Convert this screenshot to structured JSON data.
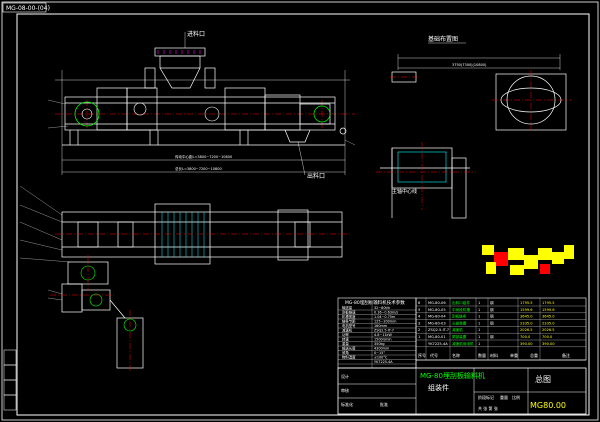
{
  "drawing": {
    "corner_code": "MG-08-00-(04)",
    "labels": {
      "inlet": "进料口",
      "outlet": "出料口",
      "foundation_title": "基础布置图",
      "centerline": "主轴中心线",
      "dim_main": "总长L=3800~7200~10800",
      "dim_span": "传动中心距L=3800~7200~10800",
      "dim_found": "3750(7300)(10800)"
    },
    "params_title": "MG-80埋刮板输料机技术参数",
    "params_rows": [
      [
        "输送量",
        "32~80t/h"
      ],
      [
        "刮板链速",
        "0.16~0.63m/s"
      ],
      [
        "机槽宽度",
        "1.04~0.75m"
      ],
      [
        "链条节距",
        "125~200mm"
      ],
      [
        "电机型号",
        "160mm"
      ],
      [
        "减速机",
        "ZSQ2.5-IT-7"
      ],
      [
        "功率",
        "4.8~11kW"
      ],
      [
        "转速",
        "1500r/min"
      ],
      [
        "重量",
        "350kg"
      ],
      [
        "输送长度",
        "4300mm"
      ],
      [
        "倾角",
        "0~15°"
      ],
      [
        "物料温度",
        "≤100°C"
      ],
      [
        "",
        "YK7225-4A"
      ]
    ],
    "parts": [
      [
        "6",
        "MG-80-06",
        "出料口组件",
        "1",
        "钢",
        "1795.5",
        "1795.5"
      ],
      [
        "5",
        "MG-80-05",
        "中间段机槽",
        "1",
        "钢",
        "1599.6",
        "1599.6"
      ],
      [
        "4",
        "MG-80-04",
        "刮板链条",
        "1",
        "钢",
        "3645.0",
        "3645.0"
      ],
      [
        "3",
        "MG-80-03",
        "头部装置",
        "1",
        "钢",
        "2335.0",
        "2335.0"
      ],
      [
        "2",
        "ZSQ2.5-IT-7",
        "减速机",
        "1",
        "",
        "2026.5",
        "2026.5"
      ],
      [
        "1",
        "MG-80-01",
        "尾部装置",
        "1",
        "钢",
        "700.0",
        "700.0"
      ],
      [
        "",
        "YK7225-4A",
        "减速机用电机",
        "1",
        "",
        "390.00",
        "390.00"
      ]
    ],
    "parts_header": [
      "序号",
      "代号",
      "名称",
      "数量",
      "材料",
      "单重",
      "总重",
      "备注"
    ],
    "title_block": {
      "name_line1": "MG-80埋刮板输料机",
      "name_line2": "组装件",
      "view": "总图",
      "drawing_no": "MG80.00",
      "stage": "阶段标记",
      "weight": "重量",
      "scale": "比例",
      "sheet": "共 张 第 张",
      "designer": "设计",
      "checker": "审核",
      "std": "标准化",
      "approve": "批准"
    }
  },
  "colors": {
    "background": "#000000",
    "white": "#ffffff",
    "red": "#ff0000",
    "green": "#00ff00",
    "cyan": "#00ffff",
    "yellow": "#ffff00",
    "magenta": "#ff00ff",
    "blue": "#0000ff"
  }
}
